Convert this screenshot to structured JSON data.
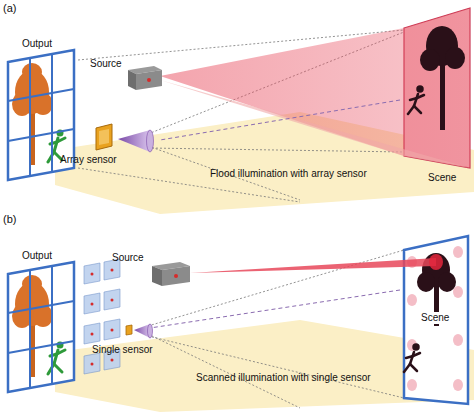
{
  "diagram": {
    "labels": [
      "(a)",
      "Output",
      "Source",
      "Scene",
      "Array sensor",
      "Flood illumination with array sensor",
      "(b)",
      "Output",
      "Source",
      "Scene",
      "Single sensor",
      "Scanned illumination with single sensor"
    ]
  }
}
